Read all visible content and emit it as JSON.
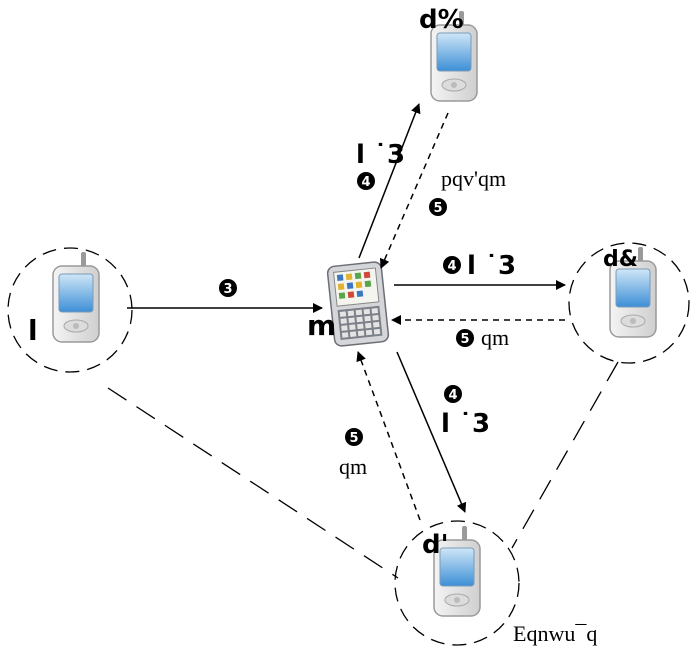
{
  "nodes": {
    "top": {
      "label": "d%"
    },
    "left": {
      "label": "l"
    },
    "center": {
      "label": "m"
    },
    "right": {
      "label": "d&"
    },
    "bottom": {
      "label": "d'",
      "caption": "Eqnwu¯q"
    }
  },
  "edges": {
    "left_to_center": {
      "step": "3"
    },
    "center_to_top": {
      "step": "4",
      "label": "l ˙3"
    },
    "top_to_center": {
      "step": "5",
      "label": "pqv'qm"
    },
    "center_to_right": {
      "step": "4",
      "label": "l ˙3"
    },
    "right_to_center": {
      "step": "5",
      "label": "qm"
    },
    "center_to_bottom": {
      "step": "4",
      "label": "l ˙3"
    },
    "bottom_to_center": {
      "step": "5",
      "label": "qm"
    }
  },
  "colors": {
    "screen_top": "#cfe6f7",
    "screen_bottom": "#3d8fd6",
    "phone_body": "#e8e8e8",
    "phone_outline": "#9a9a9a"
  }
}
